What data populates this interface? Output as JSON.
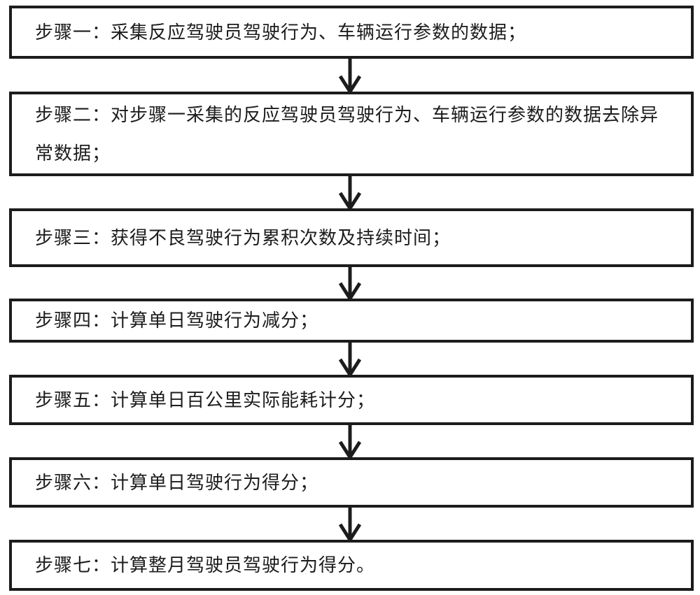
{
  "figure": {
    "type": "flowchart",
    "background_color": "#ffffff",
    "line_color": "#1c1c1c",
    "steps": [
      {
        "id": 1,
        "label": "步骤一：采集反应驾驶员驾驶行为、车辆运行参数的数据；"
      },
      {
        "id": 2,
        "label": "步骤二：对步骤一采集的反应驾驶员驾驶行为、车辆运行参数的数据去除异常数据；"
      },
      {
        "id": 3,
        "label": "步骤三：获得不良驾驶行为累积次数及持续时间；"
      },
      {
        "id": 4,
        "label": "步骤四：计算单日驾驶行为减分；"
      },
      {
        "id": 5,
        "label": "步骤五：计算单日百公里实际能耗计分；"
      },
      {
        "id": 6,
        "label": "步骤六：计算单日驾驶行为得分；"
      },
      {
        "id": 7,
        "label": "步骤七：计算整月驾驶员驾驶行为得分。"
      }
    ],
    "connector": "down-arrow"
  }
}
